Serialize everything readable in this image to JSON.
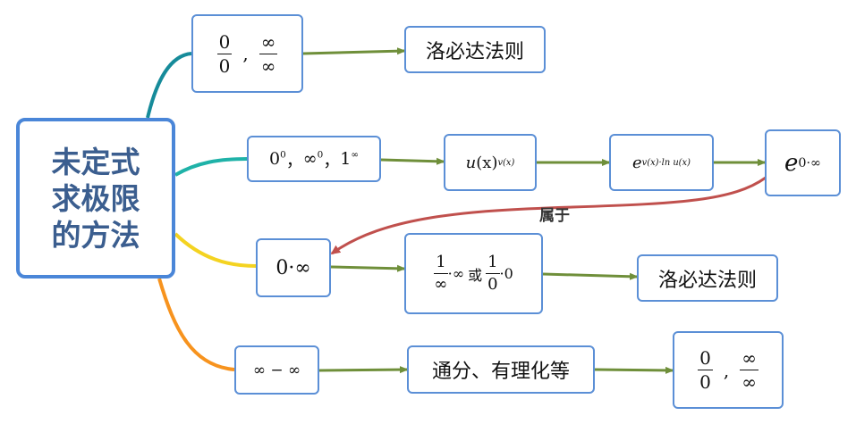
{
  "colors": {
    "node_border": "#5b8fd6",
    "root_border": "#4a86d8",
    "root_text": "#3b5e8f",
    "arrow": "#6f8f3a",
    "belongs_arrow": "#c0504d",
    "branch_teal_dark": "#168b9a",
    "branch_teal": "#1fb2a8",
    "branch_yellow": "#f4d321",
    "branch_orange": "#f7931e"
  },
  "root": {
    "lines": [
      "未定式",
      "求极限",
      "的方法"
    ]
  },
  "row1": {
    "form": {
      "num": "0",
      "den": "0",
      "sep": ",",
      "num2": "∞",
      "den2": "∞"
    },
    "method": "洛必达法则"
  },
  "row2": {
    "forms": {
      "a_base": "0",
      "a_exp": "0",
      "b_base": "∞",
      "b_exp": "0",
      "c_base": "1",
      "c_exp": "∞",
      "comma": "，"
    },
    "uv": {
      "u": "u",
      "x1": "(x)",
      "v_exp": "v(x)"
    },
    "exp_ln": {
      "e": "e",
      "exp": "v(x)·ln u(x)"
    },
    "e_zero_inf": {
      "e": "e",
      "exp": "0·∞"
    }
  },
  "belongs_label": "属于",
  "row3": {
    "zero_inf": "0·∞",
    "convert": {
      "n1": "1",
      "d1": "∞",
      "t1": "·∞",
      "or": "或",
      "n2": "1",
      "d2": "0",
      "t2": "·0"
    },
    "method": "洛必达法则"
  },
  "row4": {
    "inf_minus_inf": "∞ − ∞",
    "method": "通分、有理化等",
    "result": {
      "num": "0",
      "den": "0",
      "sep": ",",
      "num2": "∞",
      "den2": "∞"
    }
  }
}
